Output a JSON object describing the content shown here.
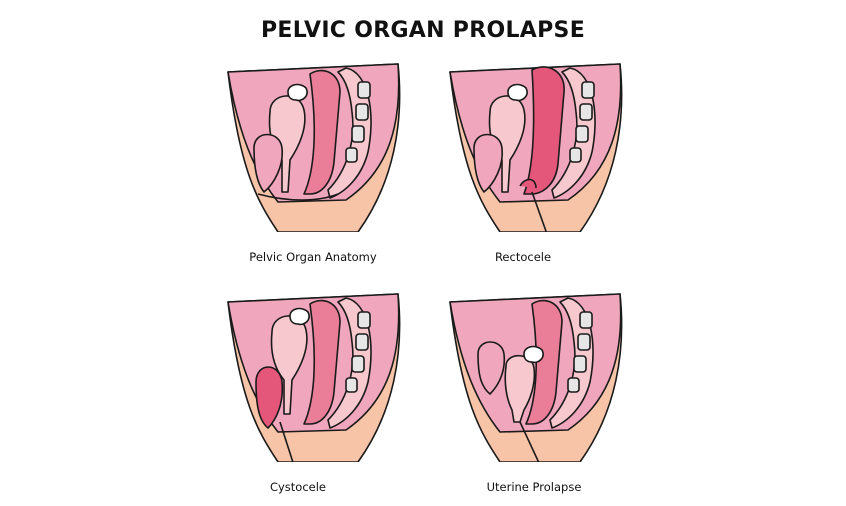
{
  "title": "PELVIC ORGAN PROLAPSE",
  "panels": [
    {
      "label": "Pelvic Organ Anatomy",
      "condition": "normal"
    },
    {
      "label": "Rectocele",
      "condition": "rectocele"
    },
    {
      "label": "Cystocele",
      "condition": "cystocele"
    },
    {
      "label": "Uterine Prolapse",
      "condition": "uterine-prolapse"
    }
  ],
  "colors": {
    "skin": "#f7c4a8",
    "tissue": "#f0a7bd",
    "uterus": "#f7c9cf",
    "rectum": "#ea7e98",
    "highlight": "#e4567a",
    "bone": "#e6e6e6",
    "outline": "#1a1a1a"
  }
}
